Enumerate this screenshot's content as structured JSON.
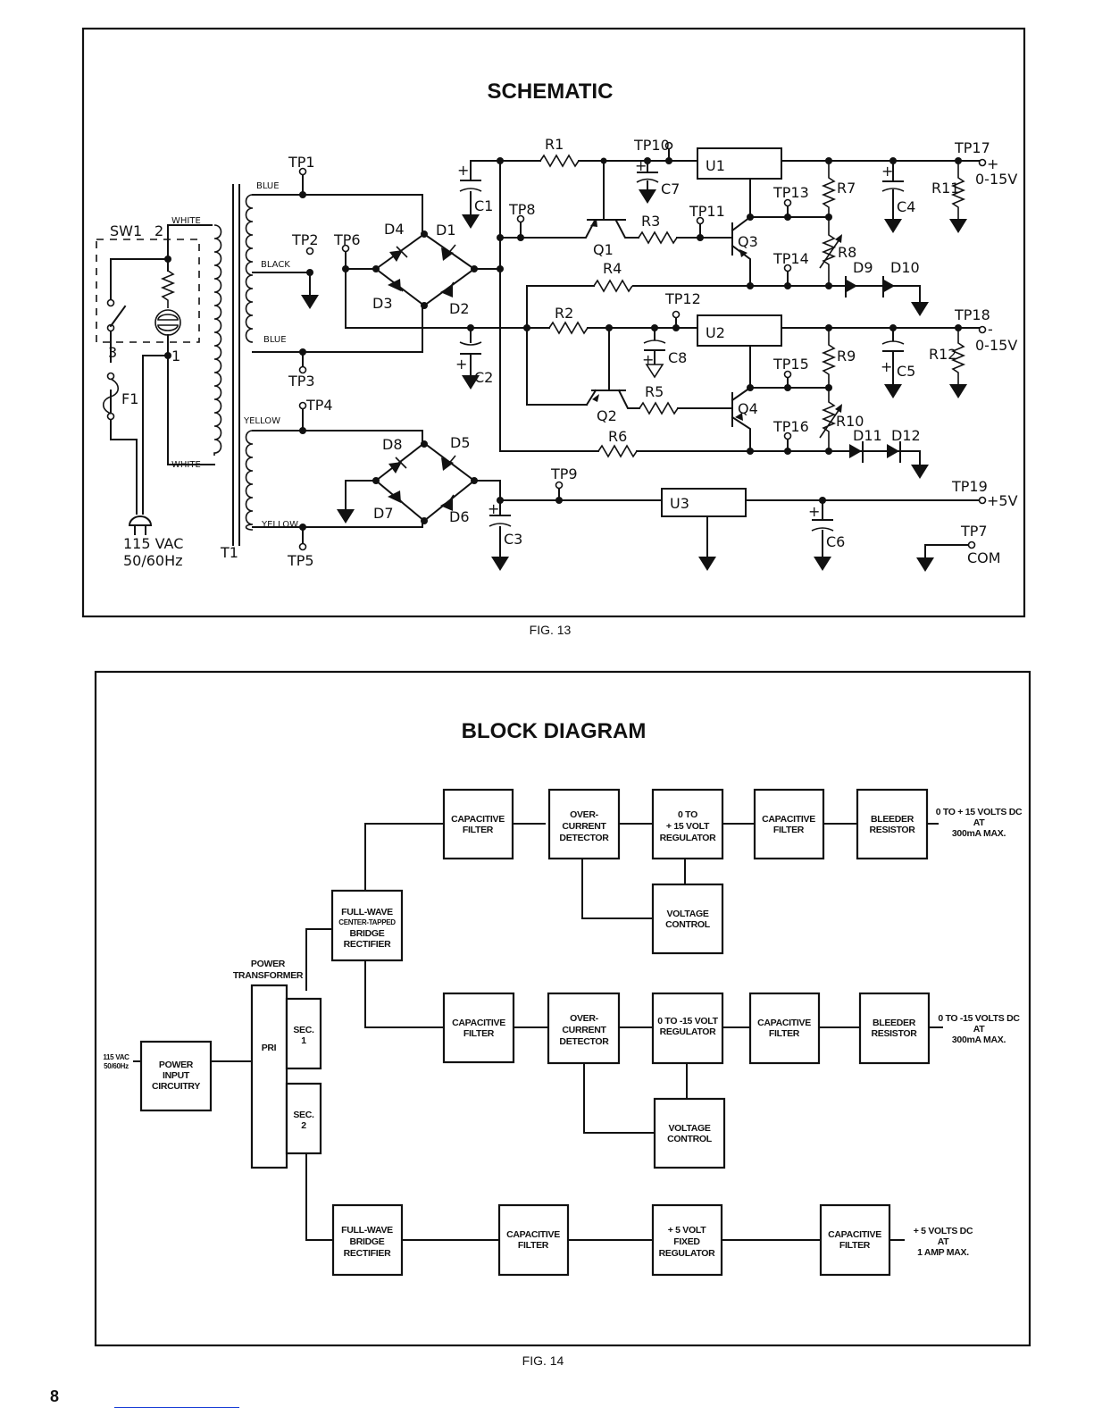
{
  "page_number": "8",
  "schematic": {
    "title": "SCHEMATIC",
    "caption": "FIG. 13",
    "input": {
      "voltage": "115 VAC",
      "frequency": "50/60Hz"
    },
    "switch": {
      "label": "SW1",
      "pin2": "2",
      "pin3": "3",
      "pin1": "1"
    },
    "fuse": "F1",
    "transformer": "T1",
    "wire_colors": {
      "white_top": "WHITE",
      "white_bottom": "WHITE",
      "blue_top": "BLUE",
      "black": "BLACK",
      "blue_bottom": "BLUE",
      "yellow_top": "YELLOW",
      "yellow_bottom": "YELLOW"
    },
    "test_points": {
      "tp1": "TP1",
      "tp2": "TP2",
      "tp3": "TP3",
      "tp4": "TP4",
      "tp5": "TP5",
      "tp6": "TP6",
      "tp7": "TP7",
      "tp8": "TP8",
      "tp9": "TP9",
      "tp10": "TP10",
      "tp11": "TP11",
      "tp12": "TP12",
      "tp13": "TP13",
      "tp14": "TP14",
      "tp15": "TP15",
      "tp16": "TP16",
      "tp17": "TP17",
      "tp18": "TP18",
      "tp19": "TP19"
    },
    "diodes": {
      "d1": "D1",
      "d2": "D2",
      "d3": "D3",
      "d4": "D4",
      "d5": "D5",
      "d6": "D6",
      "d7": "D7",
      "d8": "D8",
      "d9": "D9",
      "d10": "D10",
      "d11": "D11",
      "d12": "D12"
    },
    "capacitors": {
      "c1": "C1",
      "c2": "C2",
      "c3": "C3",
      "c4": "C4",
      "c5": "C5",
      "c6": "C6",
      "c7": "C7",
      "c8": "C8"
    },
    "resistors": {
      "r1": "R1",
      "r2": "R2",
      "r3": "R3",
      "r4": "R4",
      "r5": "R5",
      "r6": "R6",
      "r7": "R7",
      "r8": "R8",
      "r9": "R9",
      "r10": "R10",
      "r11": "R11",
      "r12": "R12"
    },
    "transistors": {
      "q1": "Q1",
      "q2": "Q2",
      "q3": "Q3",
      "q4": "Q4"
    },
    "regulators": {
      "u1": "U1",
      "u2": "U2",
      "u3": "U3"
    },
    "plus_sign": "+",
    "outputs": {
      "pos_sign": "+",
      "pos_range": "0-15V",
      "neg_sign": "-",
      "neg_range": "0-15V",
      "fixed": "+5V",
      "common": "COM"
    }
  },
  "block_diagram": {
    "title": "BLOCK DIAGRAM",
    "caption": "FIG. 14",
    "input_label": [
      "115 VAC",
      "50/60Hz"
    ],
    "power_input": [
      "POWER",
      "INPUT",
      "CIRCUITRY"
    ],
    "transformer_label": [
      "POWER",
      "TRANSFORMER"
    ],
    "pri": "PRI",
    "sec1": [
      "SEC.",
      "1"
    ],
    "sec2": [
      "SEC.",
      "2"
    ],
    "ct_rectifier": [
      "FULL-WAVE",
      "CENTER-TAPPED",
      "BRIDGE",
      "RECTIFIER"
    ],
    "pos_chain": {
      "filter1": [
        "CAPACITIVE",
        "FILTER"
      ],
      "detector": [
        "OVER-",
        "CURRENT",
        "DETECTOR"
      ],
      "regulator": [
        "0 TO",
        "+ 15 VOLT",
        "REGULATOR"
      ],
      "control": [
        "VOLTAGE",
        "CONTROL"
      ],
      "filter2": [
        "CAPACITIVE",
        "FILTER"
      ],
      "bleeder": [
        "BLEEDER",
        "RESISTOR"
      ],
      "output": [
        "0 TO  + 15 VOLTS DC",
        "AT",
        "300mA MAX."
      ]
    },
    "neg_chain": {
      "filter1": [
        "CAPACITIVE",
        "FILTER"
      ],
      "detector": [
        "OVER-",
        "CURRENT",
        "DETECTOR"
      ],
      "regulator": [
        "0 TO -15 VOLT",
        "REGULATOR"
      ],
      "control": [
        "VOLTAGE",
        "CONTROL"
      ],
      "filter2": [
        "CAPACITIVE",
        "FILTER"
      ],
      "bleeder": [
        "BLEEDER",
        "RESISTOR"
      ],
      "output": [
        "0 TO -15 VOLTS DC",
        "AT",
        "300mA MAX."
      ]
    },
    "fixed_chain": {
      "rectifier": [
        "FULL-WAVE",
        "BRIDGE",
        "RECTIFIER"
      ],
      "filter1": [
        "CAPACITIVE",
        "FILTER"
      ],
      "regulator": [
        "+ 5 VOLT",
        "FIXED",
        "REGULATOR"
      ],
      "filter2": [
        "CAPACITIVE",
        "FILTER"
      ],
      "output": [
        "+ 5 VOLTS DC",
        "AT",
        "1 AMP MAX."
      ]
    }
  }
}
